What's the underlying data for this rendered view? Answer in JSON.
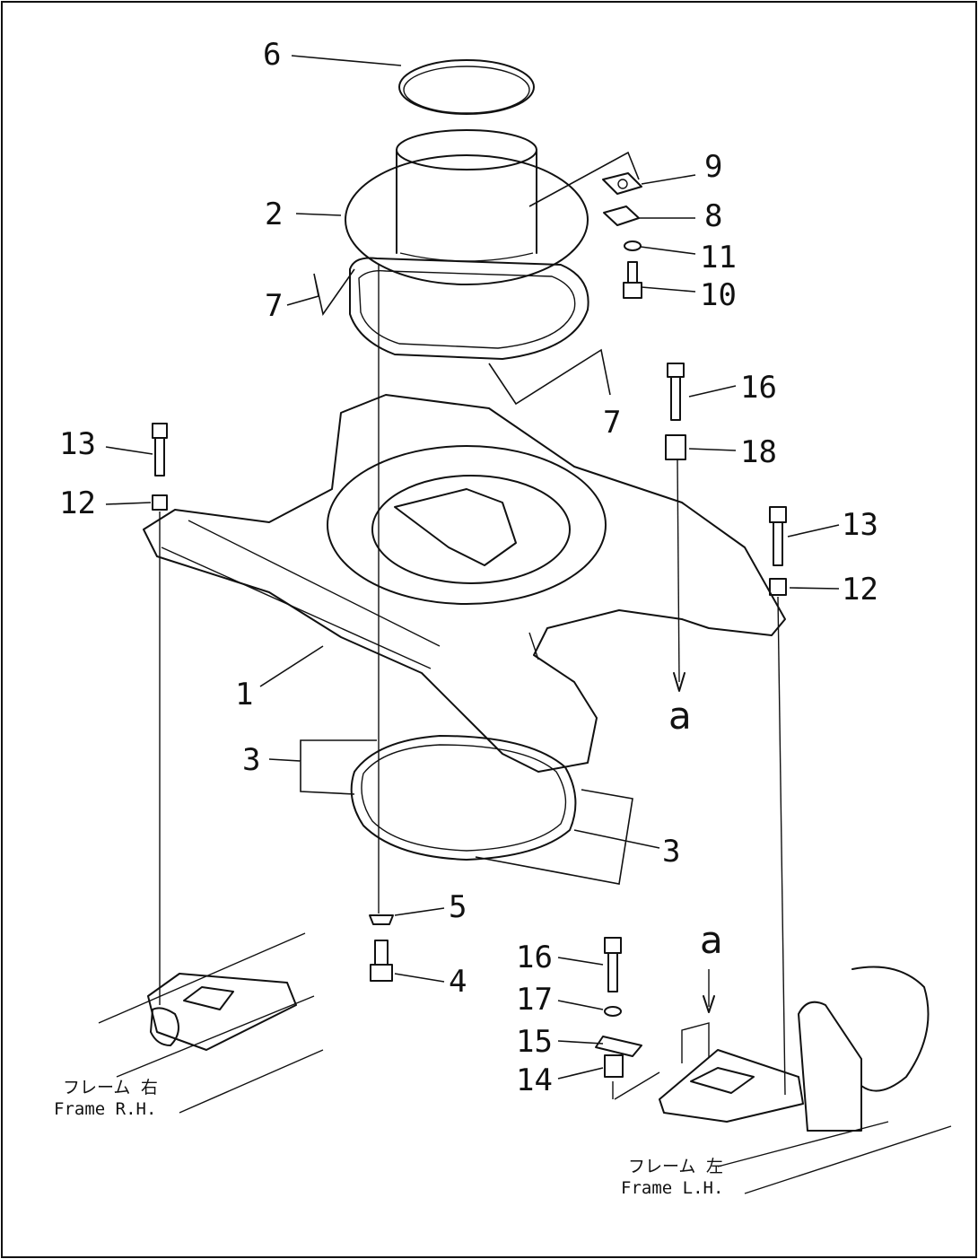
{
  "diagram": {
    "part_labels": [
      "6",
      "2",
      "9",
      "8",
      "11",
      "10",
      "7",
      "7",
      "16",
      "18",
      "13",
      "12",
      "13",
      "12",
      "1",
      "a",
      "3",
      "3",
      "5",
      "4",
      "16",
      "17",
      "15",
      "14",
      "a"
    ],
    "captions": {
      "frame_rh_jp": "フレーム 右",
      "frame_rh_en": "Frame R.H.",
      "frame_lh_jp": "フレーム 左",
      "frame_lh_en": "Frame L.H."
    }
  }
}
